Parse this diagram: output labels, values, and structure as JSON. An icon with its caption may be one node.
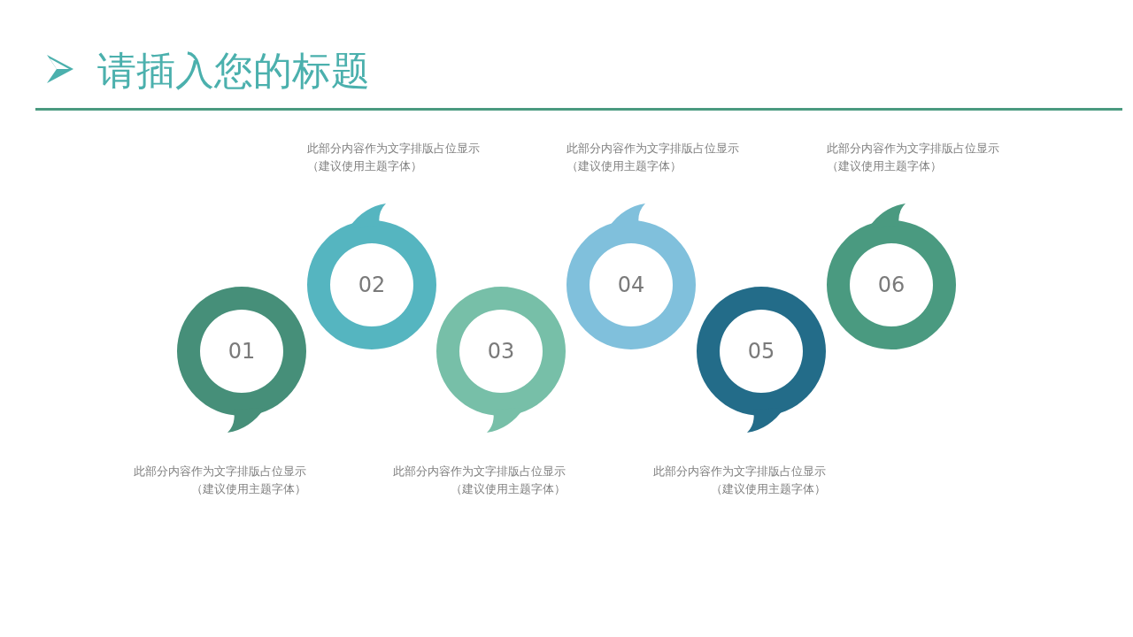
{
  "diagram": {
    "title": "请插入您的标题",
    "nodes": [
      {
        "text": [
          "01"
        ],
        "beside": [
          "此部分内容作为文字排版占位显示",
          "（建议使用主题字体）"
        ]
      },
      {
        "text": [
          "02"
        ],
        "beside": [
          "此部分内容作为文字排版占位显示",
          "（建议使用主题字体）"
        ]
      },
      {
        "text": [
          "03"
        ],
        "beside": [
          "此部分内容作为文字排版占位显示",
          "（建议使用主题字体）"
        ]
      },
      {
        "text": [
          "04"
        ],
        "beside": [
          "此部分内容作为文字排版占位显示",
          "（建议使用主题字体）"
        ]
      },
      {
        "text": [
          "05"
        ],
        "beside": [
          "此部分内容作为文字排版占位显示",
          "（建议使用主题字体）"
        ]
      },
      {
        "text": [
          "06"
        ],
        "beside": [
          "此部分内容作为文字排版占位显示",
          "（建议使用主题字体）"
        ]
      }
    ]
  }
}
